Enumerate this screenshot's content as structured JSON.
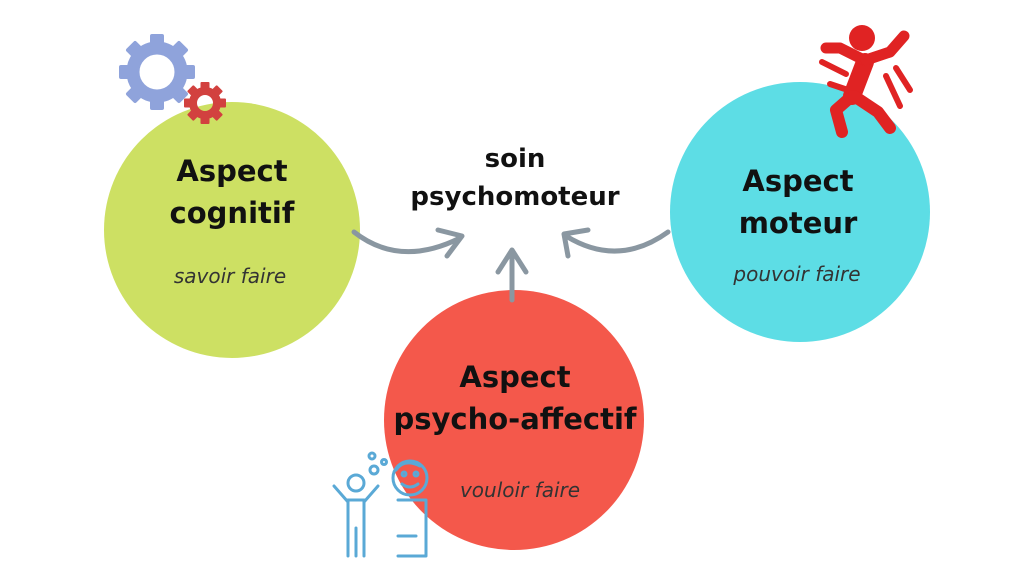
{
  "center": {
    "line1": "soin",
    "line2": "psychomoteur"
  },
  "cognitif": {
    "line1": "Aspect",
    "line2": "cognitif",
    "subtitle": "savoir faire",
    "color": "#cde063",
    "icon": "gears-icon",
    "icon_colors": [
      "#8fa3db",
      "#d2413f"
    ]
  },
  "moteur": {
    "line1": "Aspect",
    "line2": "moteur",
    "subtitle": "pouvoir faire",
    "color": "#5ddde5",
    "icon": "running-person-icon",
    "icon_color": "#e02323"
  },
  "affectif": {
    "line1": "Aspect",
    "line2": "psycho-affectif",
    "subtitle": "vouloir faire",
    "color": "#f4584b",
    "icon": "child-and-parent-icon",
    "icon_color": "#5aa9d6"
  },
  "arrow_color": "#8a97a1"
}
